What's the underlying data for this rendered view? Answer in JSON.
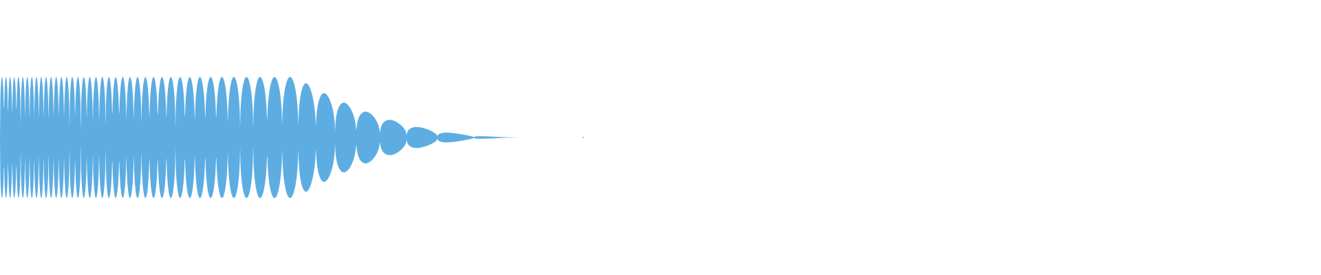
{
  "waveform": {
    "color": "#5dade2",
    "shape": "sine-sweep-with-decay",
    "sustain_fraction": 0.62,
    "decay_end_fraction": 0.4,
    "start_cycles_visible": "dense",
    "trailing_blip": true
  }
}
